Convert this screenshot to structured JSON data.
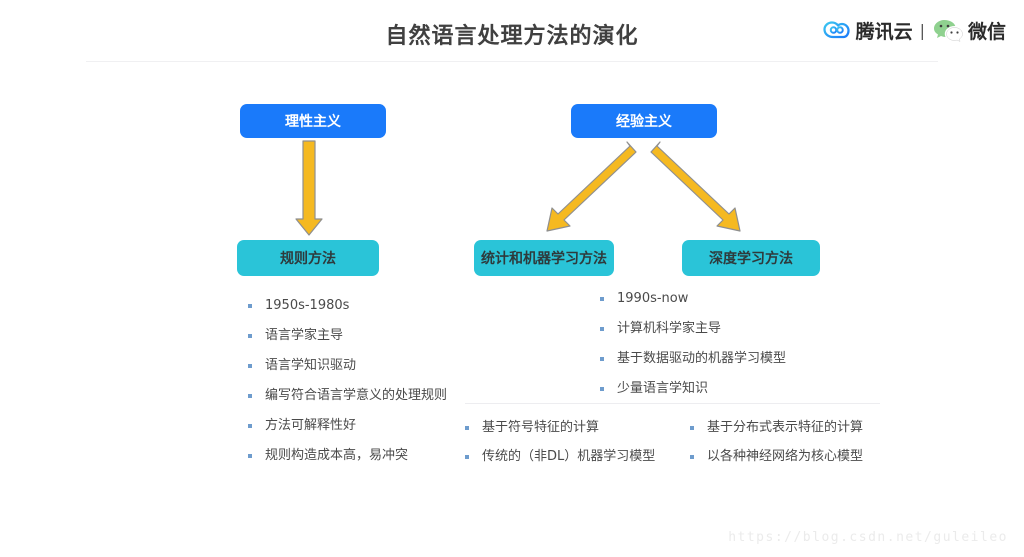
{
  "header": {
    "title": "自然语言处理方法的演化",
    "brand": {
      "qcloud_name": "腾讯云",
      "separator": "|",
      "wechat_name": "微信"
    }
  },
  "diagram": {
    "nodes": {
      "rationalism": "理性主义",
      "empiricism": "经验主义",
      "rule_method": "规则方法",
      "statistical_ml_method": "统计和机器学习方法",
      "deep_learning_method": "深度学习方法"
    },
    "colors": {
      "node_blue": "#1a7afa",
      "node_cyan": "#2ac4d8",
      "arrow_fill": "#f5b921",
      "arrow_stroke": "#8c8c8c",
      "bullet_dot": "#6e9ccd",
      "divider": "#f0f0f2"
    }
  },
  "lists": {
    "rule_method_points": [
      "1950s-1980s",
      "语言学家主导",
      "语言学知识驱动",
      "编写符合语言学意义的处理规则",
      "方法可解释性好",
      "规则构造成本高，易冲突"
    ],
    "empirical_points": [
      "1990s-now",
      "计算机科学家主导",
      "基于数据驱动的机器学习模型",
      "少量语言学知识"
    ],
    "statistical_sub_points": [
      "基于符号特征的计算",
      "传统的（非DL）机器学习模型"
    ],
    "deep_learning_sub_points": [
      "基于分布式表示特征的计算",
      "以各种神经网络为核心模型"
    ]
  },
  "watermark": {
    "url": "https://blog.csdn.net/guleileo"
  }
}
